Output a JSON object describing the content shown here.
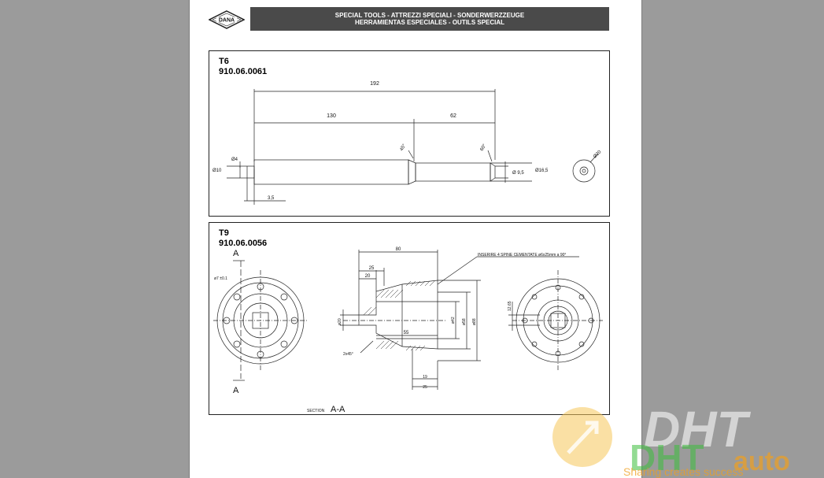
{
  "header": {
    "logo_text": "DANA",
    "title_line1": "SPECIAL TOOLS - ATTREZZI SPECIALI - SONDERWERZZEUGE",
    "title_line2": "HERRAMIENTAS ESPECIALES - OUTILS SPECIAL"
  },
  "tool_t6": {
    "code": "T6",
    "part_number": "910.06.0061",
    "dims": {
      "overall": "192",
      "left_length": "130",
      "right_length": "62",
      "angle_left": "45°",
      "angle_right": "60°",
      "d4": "Ø4",
      "d10": "Ø10",
      "d95": "Ø 9,5",
      "d165": "Ø16,5",
      "d20": "Ø20",
      "pilot": "3,5"
    }
  },
  "tool_t9": {
    "code": "T9",
    "part_number": "910.06.0056",
    "note": "INSERIRE 4 SPINE CEMENTATE ø6x25mm a 90°",
    "section_label": "SECTION",
    "section_name": "A-A",
    "section_letter_top": "A",
    "section_letter_bottom": "A",
    "dims": {
      "length": "80",
      "d25": "25",
      "d20": "20",
      "bore": "55",
      "d42": "ø42",
      "d58": "ø58",
      "d88": "ø88",
      "d20s": "ø20",
      "chamfer": "2x45°",
      "w19": "19",
      "w25": "25",
      "d12": "12.65",
      "holes": "ø7 ±0.1"
    }
  },
  "watermark": {
    "brand_top": "DHT",
    "brand_bottom_prefix": "DHT",
    "brand_bottom_suffix": "auto",
    "slogan": "Sharing creates success"
  }
}
